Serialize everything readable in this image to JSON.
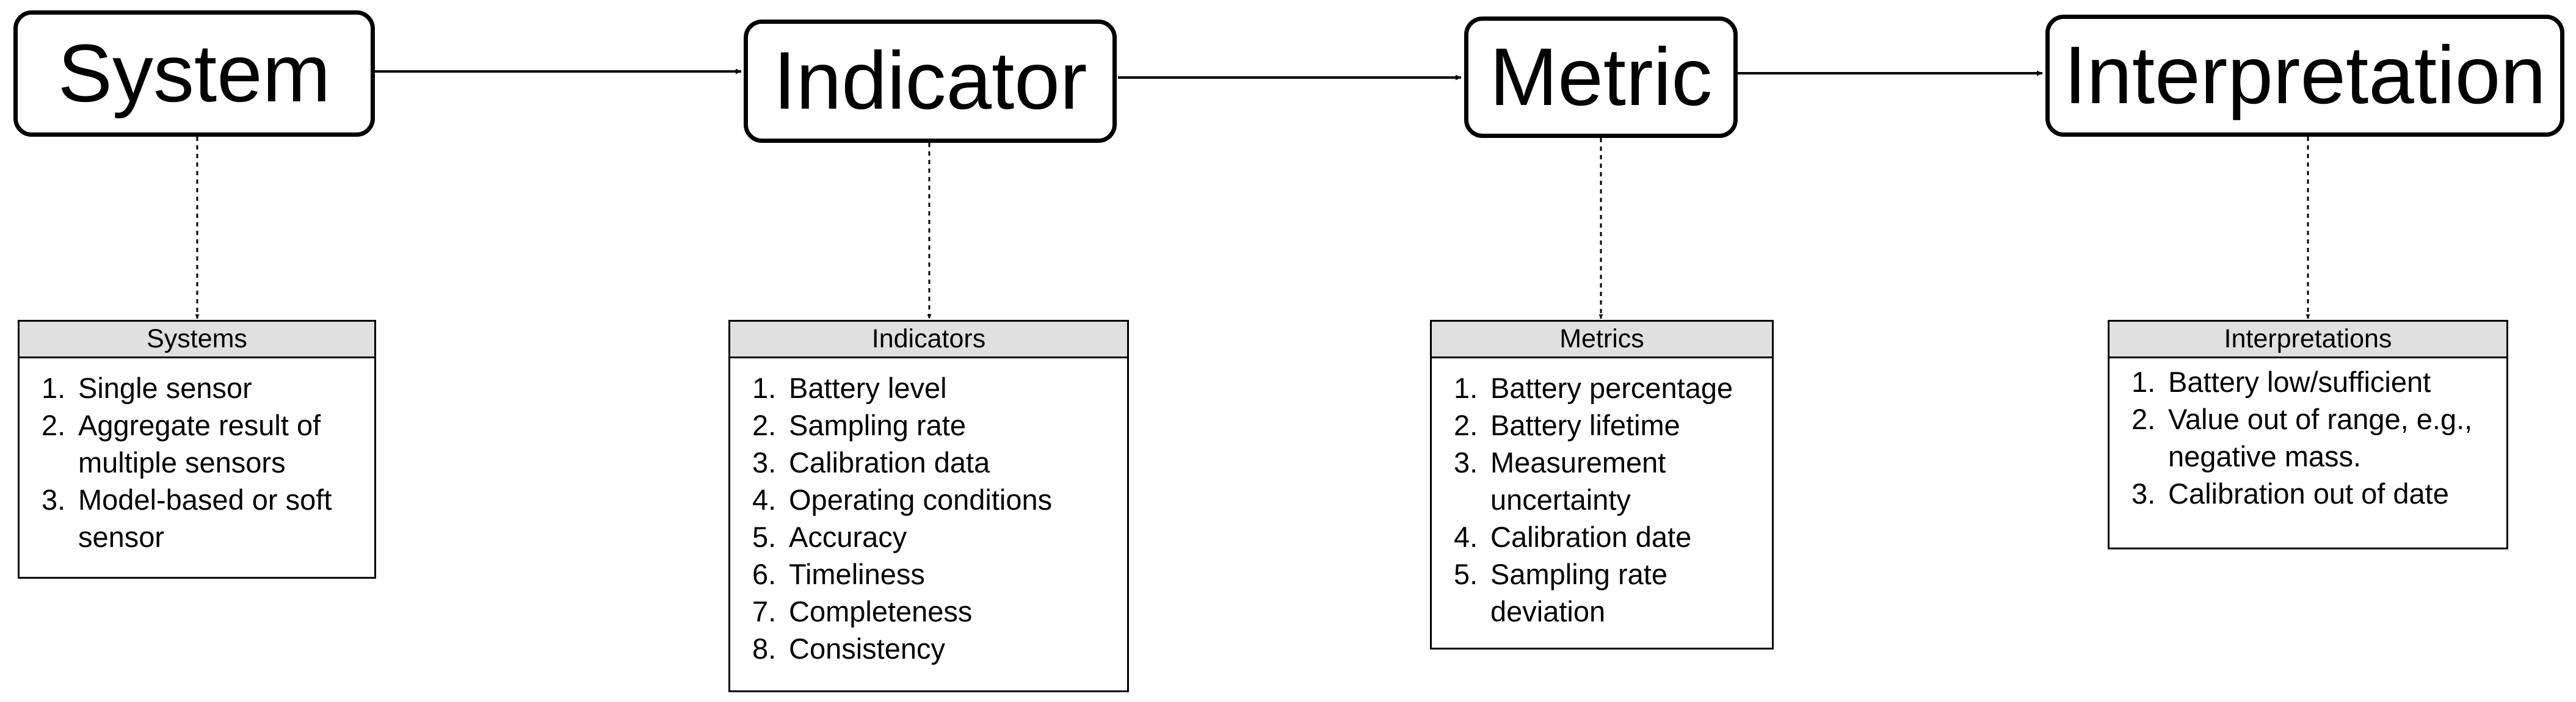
{
  "diagram": {
    "nodes": [
      {
        "id": "system",
        "label": "System"
      },
      {
        "id": "indicator",
        "label": "Indicator"
      },
      {
        "id": "metric",
        "label": "Metric"
      },
      {
        "id": "interpretation",
        "label": "Interpretation"
      }
    ],
    "edges": [
      {
        "from": "system",
        "to": "indicator",
        "style": "solid"
      },
      {
        "from": "indicator",
        "to": "metric",
        "style": "solid"
      },
      {
        "from": "metric",
        "to": "interpretation",
        "style": "solid"
      },
      {
        "from": "system",
        "to": "systems-card",
        "style": "dotted"
      },
      {
        "from": "indicator",
        "to": "indicators-card",
        "style": "dotted"
      },
      {
        "from": "metric",
        "to": "metrics-card",
        "style": "dotted"
      },
      {
        "from": "interpretation",
        "to": "interpretations-card",
        "style": "dotted"
      }
    ],
    "cards": [
      {
        "id": "systems-card",
        "title": "Systems",
        "items": [
          {
            "num": "1.",
            "text": "Single sensor"
          },
          {
            "num": "2.",
            "text": "Aggregate result of\nmultiple sensors"
          },
          {
            "num": "3.",
            "text": "Model-based or soft\nsensor"
          }
        ]
      },
      {
        "id": "indicators-card",
        "title": "Indicators",
        "items": [
          {
            "num": "1.",
            "text": "Battery level"
          },
          {
            "num": "2.",
            "text": "Sampling rate"
          },
          {
            "num": "3.",
            "text": "Calibration data"
          },
          {
            "num": "4.",
            "text": "Operating conditions"
          },
          {
            "num": "5.",
            "text": "Accuracy"
          },
          {
            "num": "6.",
            "text": "Timeliness"
          },
          {
            "num": "7.",
            "text": "Completeness"
          },
          {
            "num": "8.",
            "text": "Consistency"
          }
        ]
      },
      {
        "id": "metrics-card",
        "title": "Metrics",
        "items": [
          {
            "num": "1.",
            "text": "Battery percentage"
          },
          {
            "num": "2.",
            "text": "Battery lifetime"
          },
          {
            "num": "3.",
            "text": "Measurement\nuncertainty"
          },
          {
            "num": "4.",
            "text": "Calibration date"
          },
          {
            "num": "5.",
            "text": "Sampling rate\ndeviation"
          }
        ]
      },
      {
        "id": "interpretations-card",
        "title": "Interpretations",
        "items": [
          {
            "num": "1.",
            "text": "Battery low/sufficient"
          },
          {
            "num": "2.",
            "text": "Value out of range, e.g.,\nnegative mass."
          },
          {
            "num": "3.",
            "text": "Calibration out of date"
          }
        ]
      }
    ]
  }
}
